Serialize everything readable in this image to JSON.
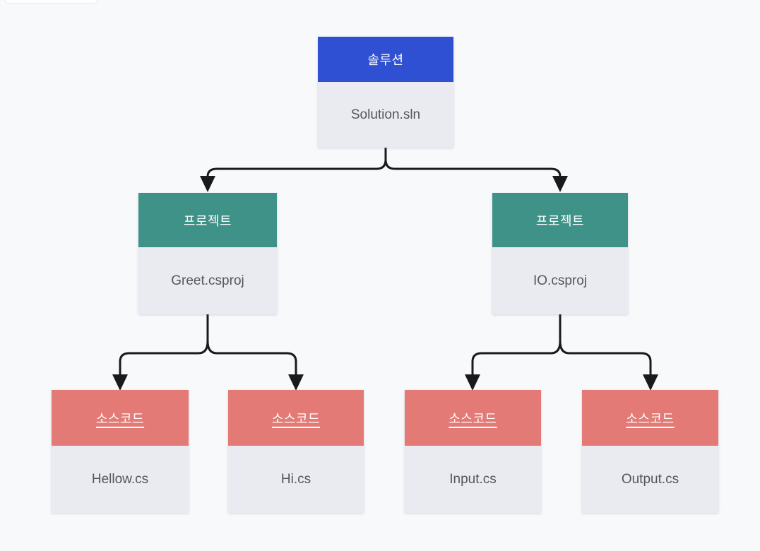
{
  "colors": {
    "background": "#f8f9fb",
    "connector": "#1a1a1e",
    "node_body_bg": "#e9ebf1",
    "body_text": "#54565c",
    "header_text": "#ffffff",
    "solution_header_bg": "#2f50d2",
    "project_header_bg": "#3f9288",
    "source_header_bg": "#e37a75"
  },
  "nodes": [
    {
      "role": "solution",
      "type_label": "솔루션",
      "file_name": "Solution.sln"
    },
    {
      "role": "project",
      "type_label": "프로젝트",
      "file_name": "Greet.csproj"
    },
    {
      "role": "project",
      "type_label": "프로젝트",
      "file_name": "IO.csproj"
    },
    {
      "role": "source",
      "type_label": "소스코드",
      "file_name": "Hellow.cs"
    },
    {
      "role": "source",
      "type_label": "소스코드",
      "file_name": "Hi.cs"
    },
    {
      "role": "source",
      "type_label": "소스코드",
      "file_name": "Input.cs"
    },
    {
      "role": "source",
      "type_label": "소스코드",
      "file_name": "Output.cs"
    }
  ],
  "edges": [
    {
      "from": "Solution.sln",
      "to": "Greet.csproj"
    },
    {
      "from": "Solution.sln",
      "to": "IO.csproj"
    },
    {
      "from": "Greet.csproj",
      "to": "Hellow.cs"
    },
    {
      "from": "Greet.csproj",
      "to": "Hi.cs"
    },
    {
      "from": "IO.csproj",
      "to": "Input.cs"
    },
    {
      "from": "IO.csproj",
      "to": "Output.cs"
    }
  ]
}
